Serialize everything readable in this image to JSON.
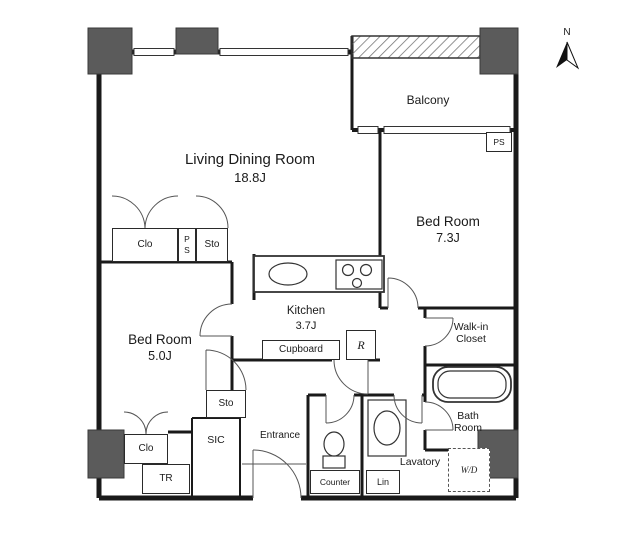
{
  "plan": {
    "compass_n": "N",
    "rooms": {
      "living": {
        "name": "Living Dining Room",
        "size": "18.8J"
      },
      "balcony": {
        "name": "Balcony"
      },
      "bedroom_east": {
        "name": "Bed Room",
        "size": "7.3J"
      },
      "bedroom_west": {
        "name": "Bed Room",
        "size": "5.0J"
      },
      "kitchen": {
        "name": "Kitchen",
        "size": "3.7J"
      },
      "walk_in_closet": {
        "name": "Walk-in Closet"
      },
      "bath": {
        "name": "Bath Room"
      },
      "lavatory": {
        "name": "Lavatory"
      },
      "entrance": {
        "name": "Entrance"
      },
      "sic": {
        "name": "SIC"
      }
    },
    "fixtures": {
      "cupboard": "Cupboard",
      "refrigerator": "R",
      "counter": "Counter",
      "linen": "Lin",
      "washer_dryer": "W/D",
      "trunk": "TR",
      "storage_top": "Sto",
      "storage_hall": "Sto",
      "closet_top": "Clo",
      "closet_bottom": "Clo",
      "pipe_space_left": "PS",
      "pipe_space_right": "PS"
    },
    "colors": {
      "wall": "#1a1a1a",
      "pillar": "#5b5b5b",
      "line": "#333333",
      "text": "#1a1a1a"
    }
  }
}
